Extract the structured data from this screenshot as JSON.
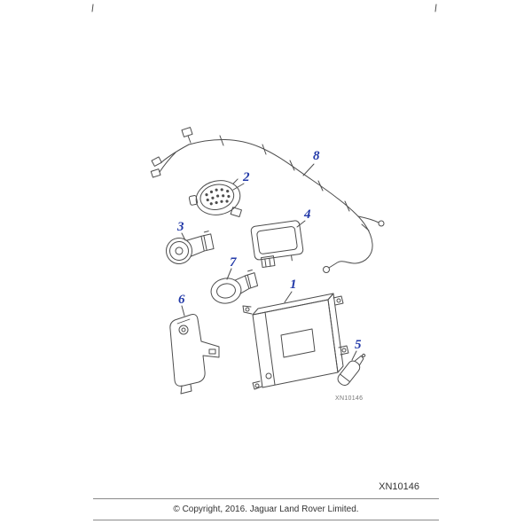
{
  "colors": {
    "accent": "#2239a8",
    "line": "#4d4d4d"
  },
  "callouts": [
    "1",
    "2",
    "3",
    "4",
    "5",
    "6",
    "7",
    "8"
  ],
  "diagram": {
    "inline_code": "XN10146",
    "figure_code": "XN10146"
  },
  "footer": {
    "copyright": "© Copyright, 2016. Jaguar Land Rover Limited."
  }
}
